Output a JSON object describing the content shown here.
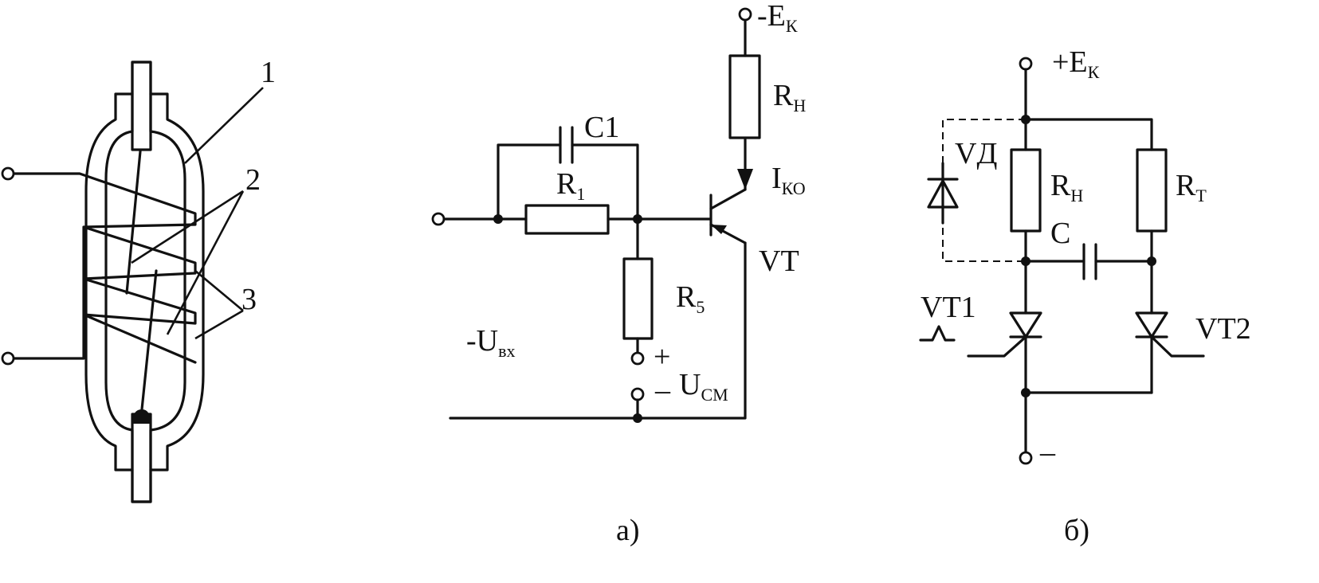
{
  "reed_switch": {
    "callout_1": "1",
    "callout_2": "2",
    "callout_3": "3"
  },
  "circuit_a": {
    "supply": "-E",
    "supply_sub": "К",
    "capacitor": "C1",
    "r1": "R",
    "r1_sub": "1",
    "rload": "R",
    "rload_sub": "Н",
    "ico": "I",
    "ico_sub": "КО",
    "transistor": "VT",
    "r5": "R",
    "r5_sub": "5",
    "uin": "-U",
    "uin_sub": "вх",
    "plus": "+",
    "minus": "–",
    "ucm": "U",
    "ucm_sub": "СМ",
    "caption": "а)"
  },
  "circuit_b": {
    "supply": "+E",
    "supply_sub": "К",
    "diode": "VД",
    "rload": "R",
    "rload_sub": "Н",
    "rt": "R",
    "rt_sub": "Т",
    "capacitor": "C",
    "thyristor1": "VT1",
    "thyristor2": "VT2",
    "minus": "–",
    "caption": "б)"
  }
}
